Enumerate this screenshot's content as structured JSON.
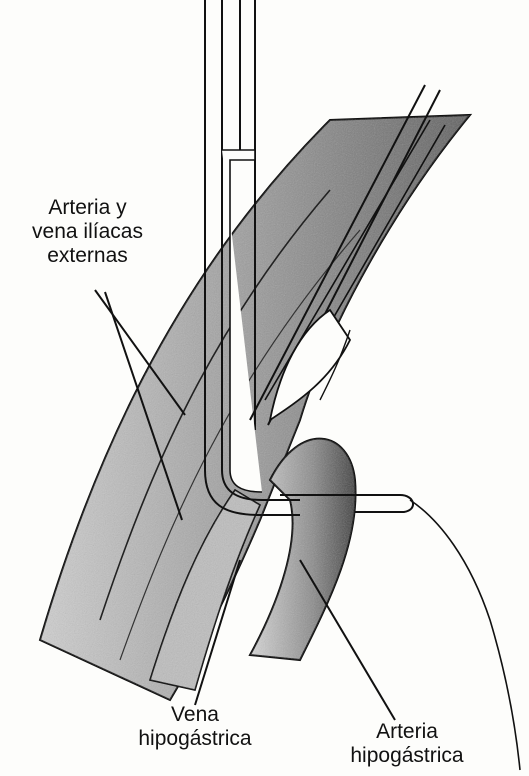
{
  "labels": {
    "external_iliac": {
      "lines": [
        "Arteria y",
        "vena ilíacas",
        "externas"
      ]
    },
    "hypogastric_vein": {
      "lines": [
        "Vena",
        "hipogástrica"
      ]
    },
    "hypogastric_artery": {
      "lines": [
        "Arteria",
        "hipogástrica"
      ]
    }
  }
}
